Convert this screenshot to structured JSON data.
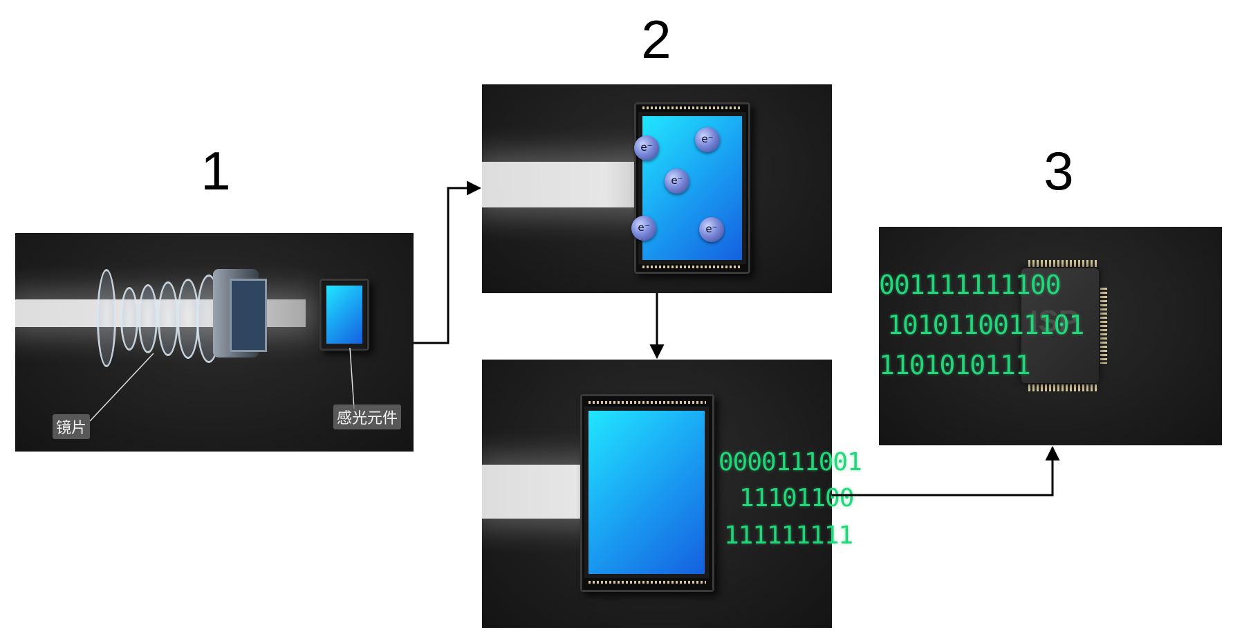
{
  "steps": [
    {
      "number": "1"
    },
    {
      "number": "2"
    },
    {
      "number": "3"
    }
  ],
  "panel1": {
    "lens_label": "镜片",
    "sensor_label": "感光元件"
  },
  "panel2a": {
    "electron_symbol": "e⁻"
  },
  "panel2b": {
    "binary_lines": [
      "0000111001",
      "11101100",
      "111111111"
    ]
  },
  "panel3": {
    "binary_lines": [
      "001111111100",
      "1010110011101",
      "1101010111"
    ],
    "chip_text": "ISP"
  },
  "colors": {
    "binary_green": "#23d67a",
    "sensor_cyan": "#22e6ff",
    "sensor_blue": "#1560e0",
    "panel_bg": "#1b1b1b"
  }
}
